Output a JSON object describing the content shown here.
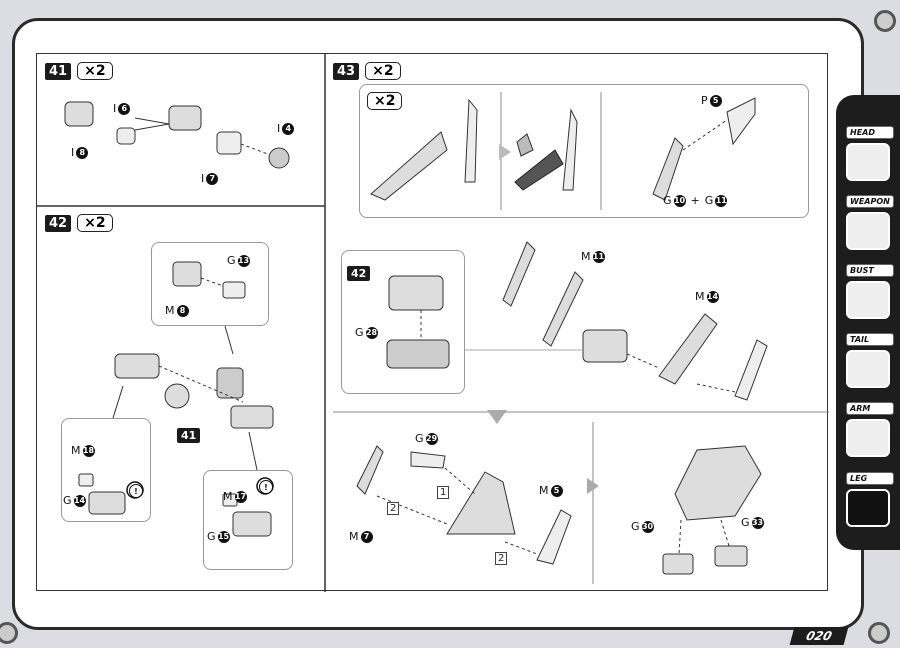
{
  "page_number": "020",
  "sidebar": {
    "tabs": [
      {
        "label": "HEAD",
        "icon": "head-icon",
        "active": false
      },
      {
        "label": "WEAPON",
        "icon": "weapon-icon",
        "active": false
      },
      {
        "label": "BUST",
        "icon": "bust-icon",
        "active": false
      },
      {
        "label": "TAIL",
        "icon": "tail-icon",
        "active": false
      },
      {
        "label": "ARM",
        "icon": "arm-icon",
        "active": false
      },
      {
        "label": "LEG",
        "icon": "leg-icon",
        "active": true
      }
    ]
  },
  "steps": {
    "s41": {
      "number": "41",
      "qty": "×2",
      "parts": {
        "i6": "I",
        "i6n": "6",
        "i8": "I",
        "i8n": "8",
        "i4": "I",
        "i4n": "4",
        "i7": "I",
        "i7n": "7"
      }
    },
    "s42": {
      "number": "42",
      "qty": "×2",
      "ref": "41",
      "parts": {
        "g13": "G",
        "g13n": "13",
        "m8": "M",
        "m8n": "8",
        "m18": "M",
        "m18n": "18",
        "g14": "G",
        "g14n": "14",
        "m17": "M",
        "m17n": "17",
        "g15": "G",
        "g15n": "15"
      },
      "warning": "!"
    },
    "s43": {
      "number": "43",
      "qty": "×2",
      "sub_qty": "×2",
      "ref": "42",
      "parts": {
        "p5": "P",
        "p5n": "5",
        "g10": "G",
        "g10n": "10",
        "plus": "+",
        "g11": "G",
        "g11n": "11",
        "m11": "M",
        "m11n": "11",
        "m14": "M",
        "m14n": "14",
        "g28": "G",
        "g28n": "28",
        "g29": "G",
        "g29n": "29",
        "m5": "M",
        "m5n": "5",
        "m7": "M",
        "m7n": "7",
        "g30": "G",
        "g30n": "30",
        "g33": "G",
        "g33n": "33"
      },
      "order": {
        "one": "1",
        "two_a": "2",
        "two_b": "2"
      }
    }
  },
  "colors": {
    "frame": "#2a2a2a",
    "sidebar": "#1d1d1d",
    "background": "#dcdde2"
  }
}
